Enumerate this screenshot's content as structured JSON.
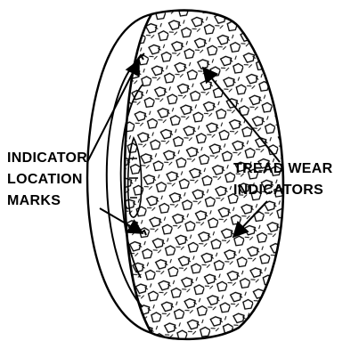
{
  "figure": {
    "labels": {
      "indicator_location_marks": [
        "INDICATOR",
        "LOCATION",
        "MARKS"
      ],
      "tread_wear_indicators": [
        "TREAD WEAR",
        "INDICATORS"
      ]
    },
    "colors": {
      "line": "#000000",
      "background": "#ffffff"
    }
  }
}
